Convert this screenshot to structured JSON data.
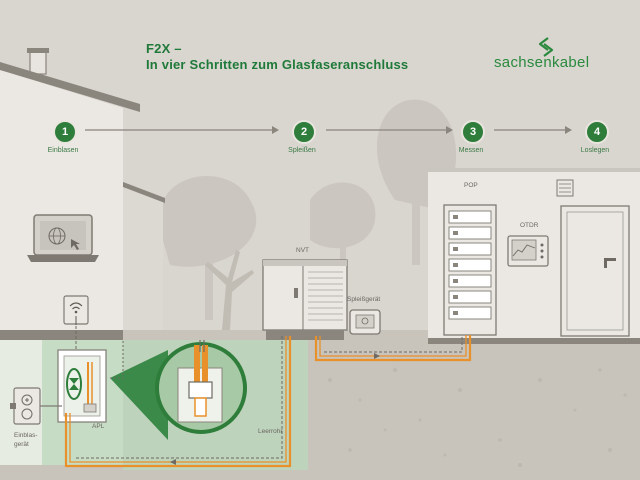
{
  "title": {
    "line1": "F2X –",
    "line2": "In vier Schritten zum Glasfaseranschluss"
  },
  "brand": {
    "name": "sachsenkabel",
    "logo_icon": "sachsenkabel-logo-icon"
  },
  "steps": [
    {
      "number": "1",
      "label": "Einblasen"
    },
    {
      "number": "2",
      "label": "Spleißen"
    },
    {
      "number": "3",
      "label": "Messen"
    },
    {
      "number": "4",
      "label": "Loslegen"
    }
  ],
  "labels": {
    "pop": "POP",
    "otdr": "OTDR",
    "nvt": "NVT",
    "spleissgeraet": "Spleißgerät",
    "apl": "APL",
    "leerrohr": "Leerrohr",
    "einblasgeraet_line1": "Einblas-",
    "einblasgeraet_line2": "gerät"
  },
  "colors": {
    "accent_green": "#2e7d3a",
    "fiber_orange": "#e8912a",
    "background": "#d9d5cf",
    "building": "#ebe8e3",
    "ground": "#c8c3bb"
  }
}
